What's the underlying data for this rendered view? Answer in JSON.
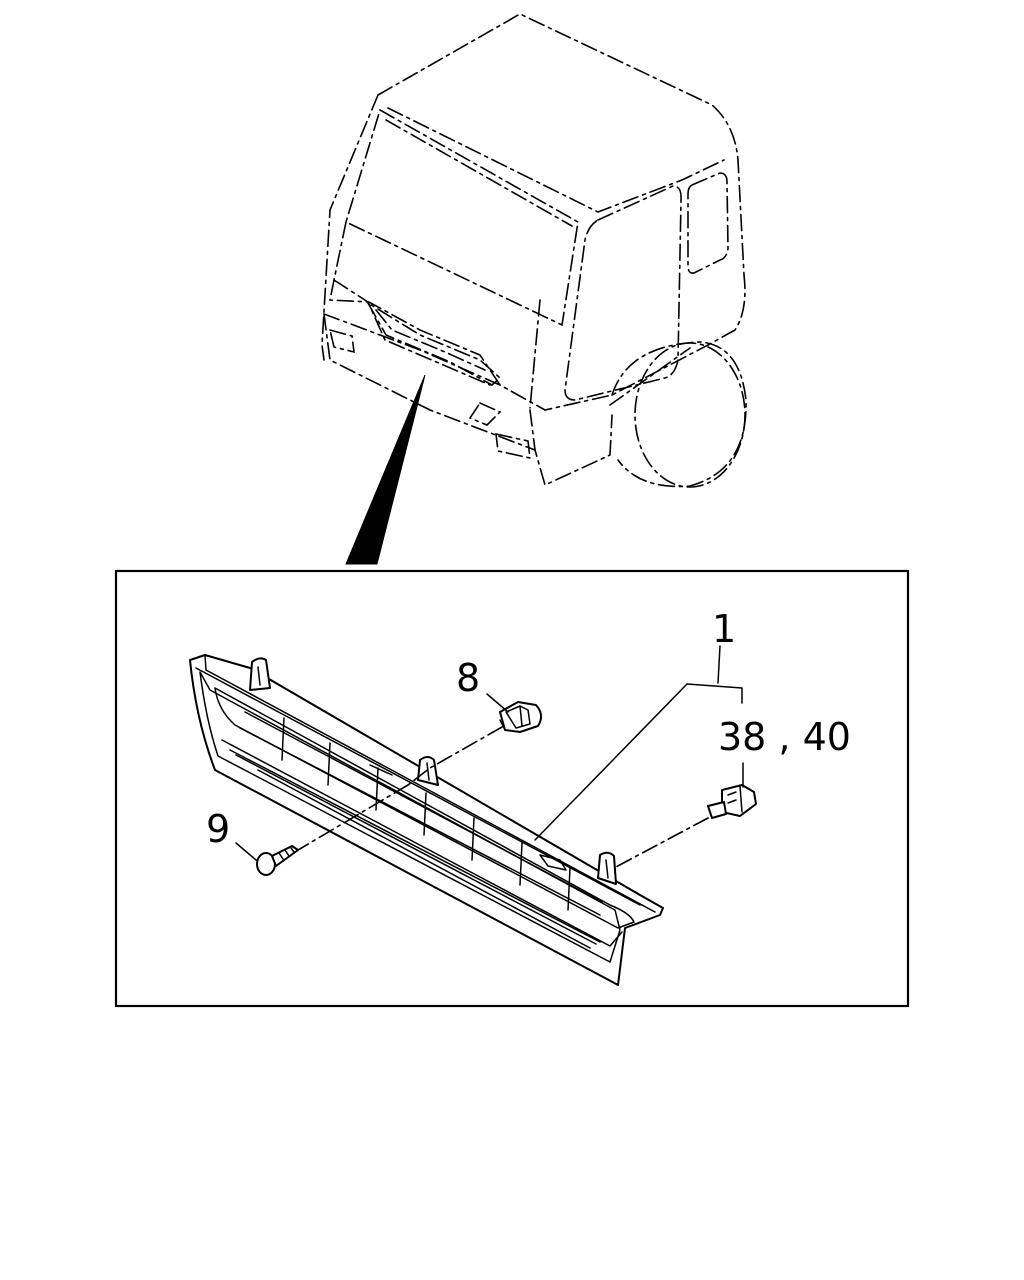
{
  "callouts": {
    "grille": "1",
    "clip": "8",
    "screw": "9",
    "fastener": "38 , 40"
  }
}
